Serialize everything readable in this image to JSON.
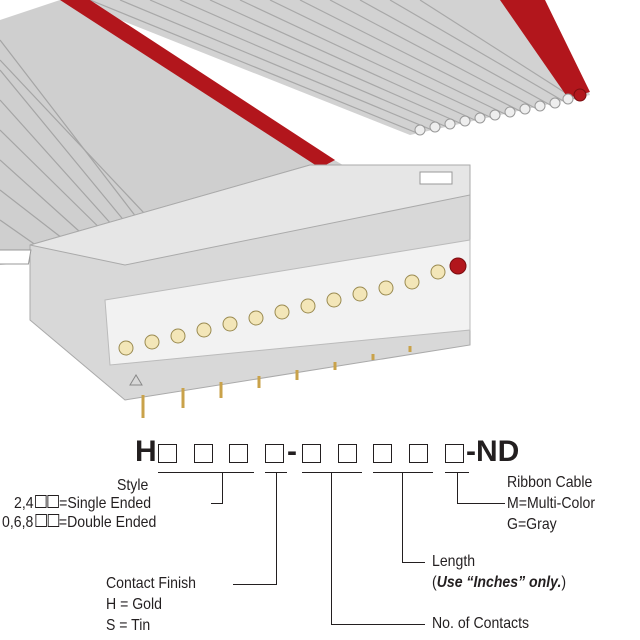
{
  "part_number": {
    "prefix": "H",
    "dash": "-",
    "suffix": "-ND"
  },
  "legend": {
    "style": {
      "title": "Style",
      "line1_code": "2,4",
      "line1_text": "=Single Ended",
      "line2_code": "0,6,8",
      "line2_text": "=Double Ended"
    },
    "contact_finish": {
      "title": "Contact Finish",
      "line1": "H = Gold",
      "line2": "S = Tin"
    },
    "contacts": {
      "title": "No. of Contacts"
    },
    "length": {
      "title": "Length",
      "note_open": "(",
      "note_bold": "Use “Inches” only.",
      "note_close": ")"
    },
    "ribbon_cable": {
      "title": "Ribbon Cable",
      "line1": "M=Multi-Color",
      "line2": "G=Gray"
    }
  },
  "colors": {
    "cable_gray": "#c9c9c9",
    "cable_red": "#b2161c",
    "housing": "#dcdcdc",
    "pin_gold": "#c9a24a"
  }
}
